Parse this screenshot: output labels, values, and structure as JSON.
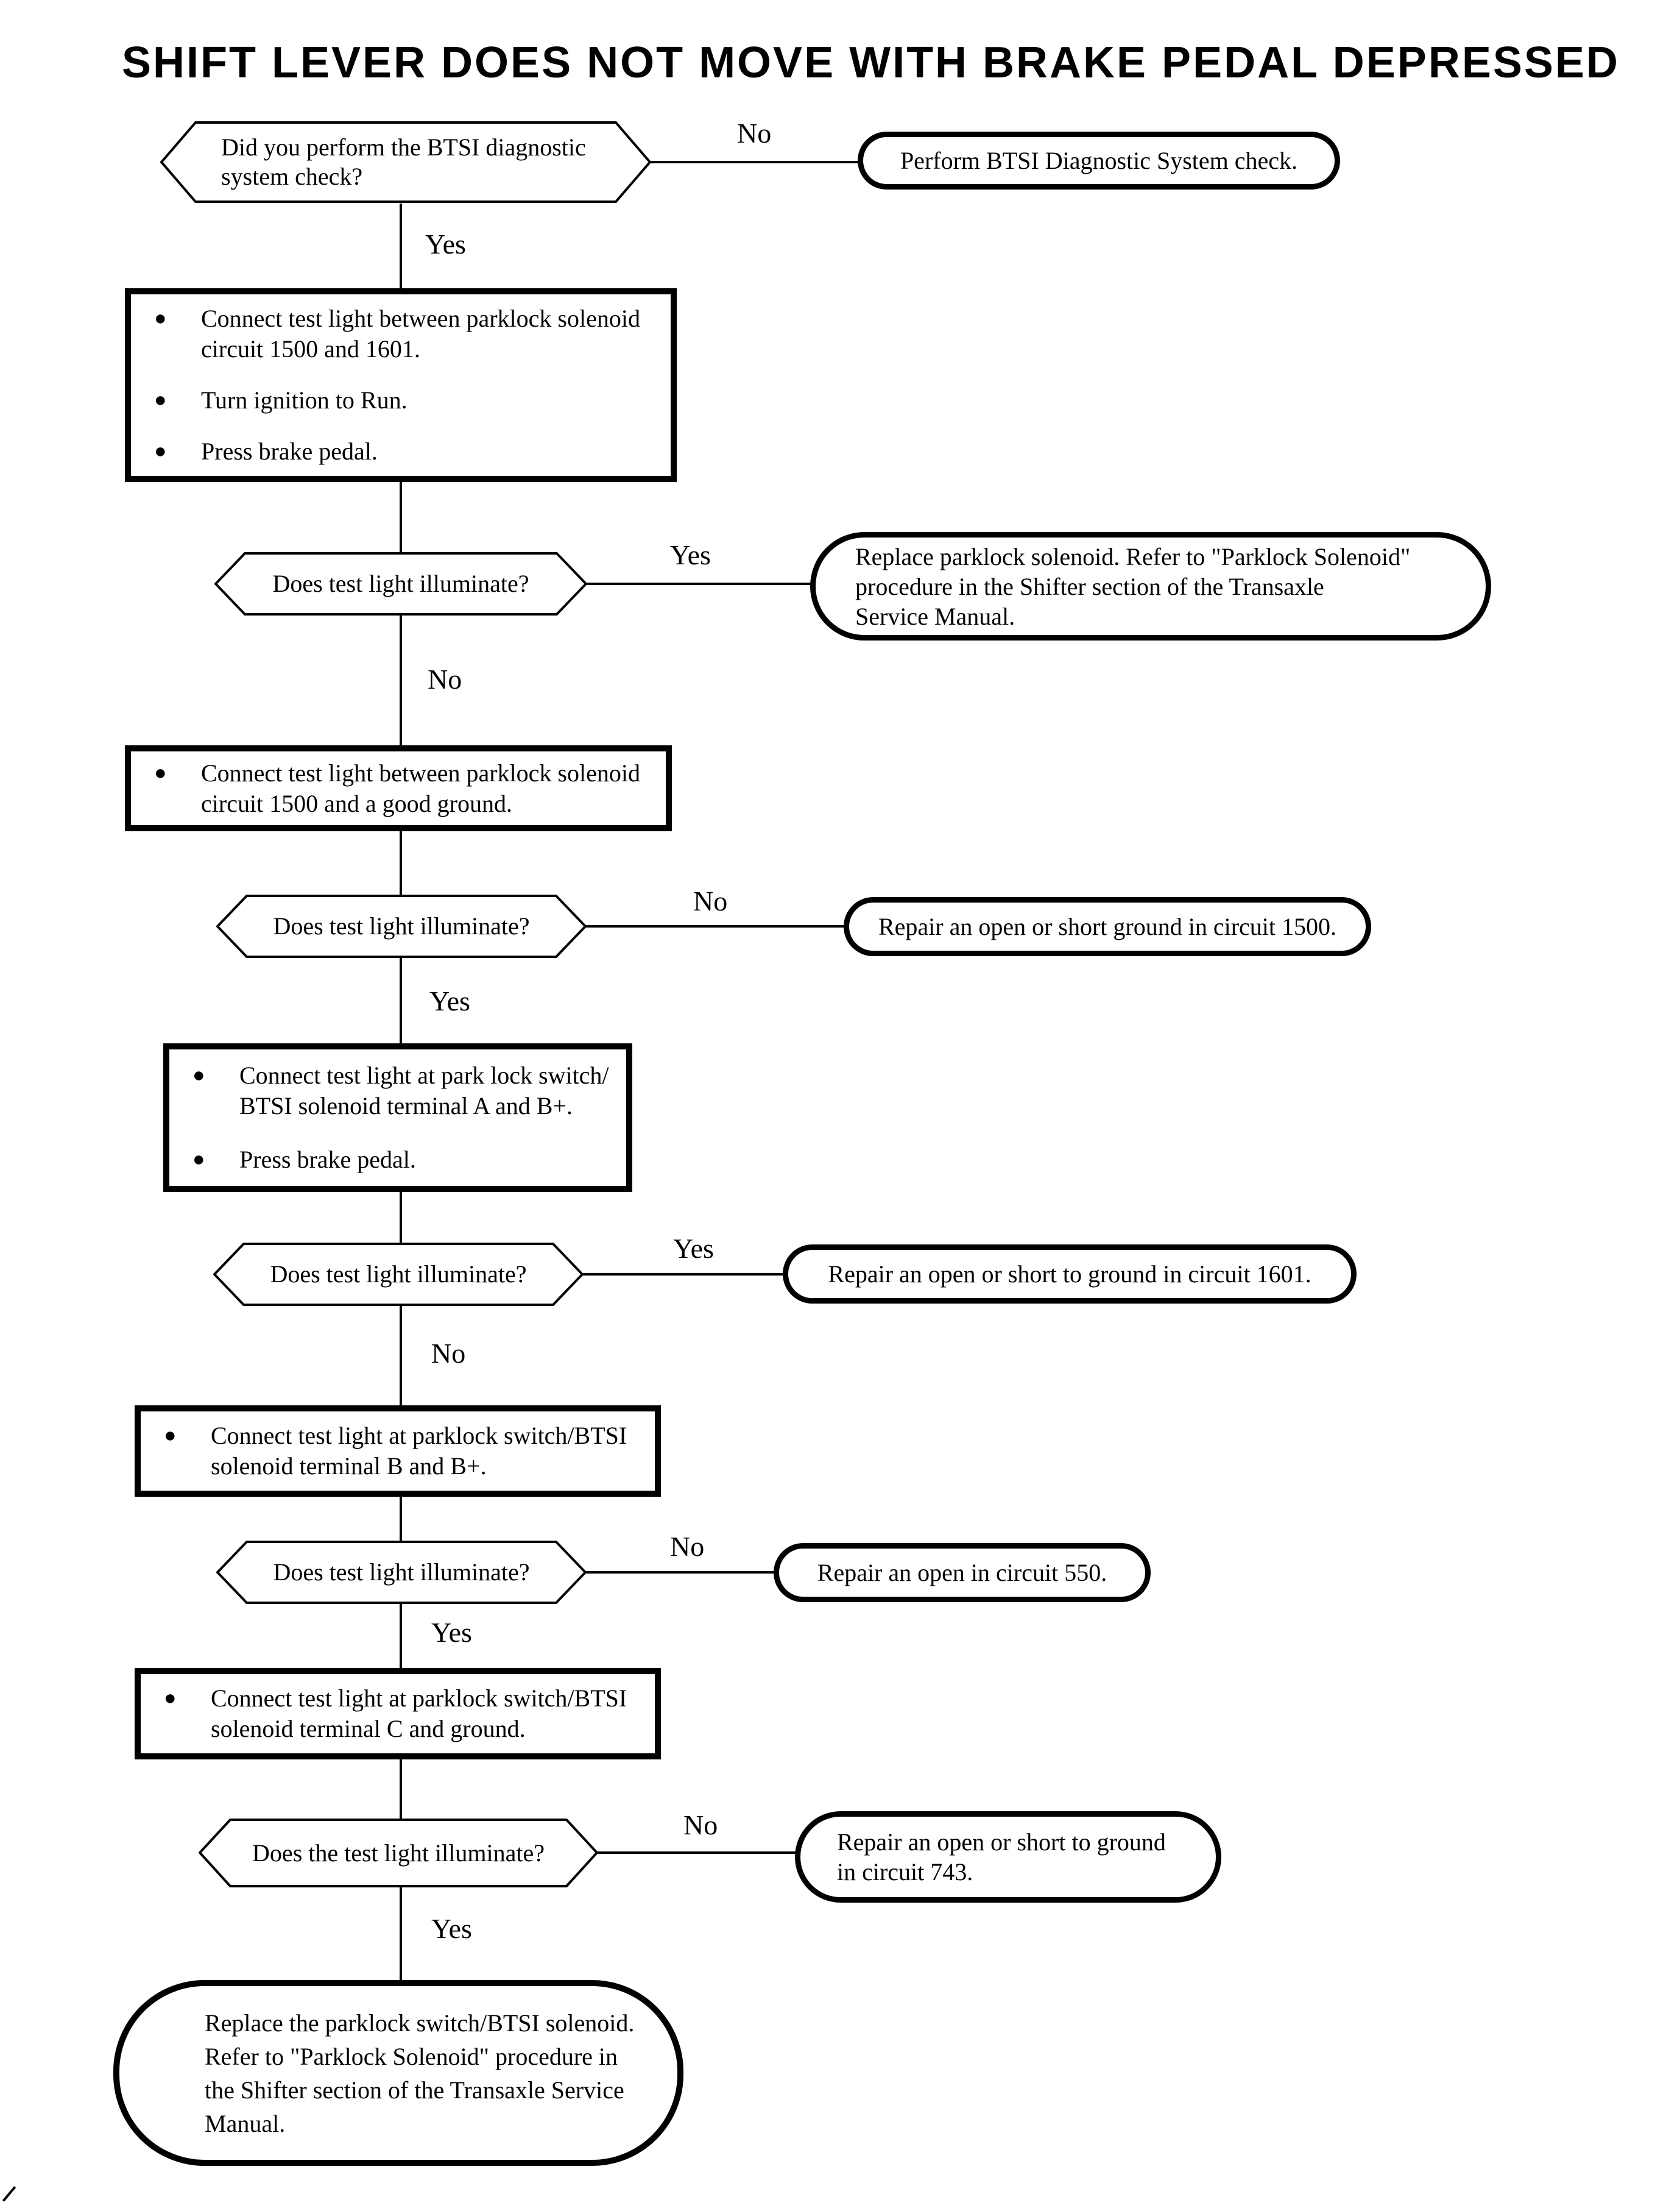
{
  "title": "SHIFT LEVER DOES NOT MOVE WITH BRAKE PEDAL DEPRESSED",
  "colors": {
    "ink": "#000000",
    "paper": "#ffffff"
  },
  "flowchart": {
    "bullet_glyph": "●",
    "decisions": {
      "d1": "Did you perform the BTSI diagnostic\nsystem check?",
      "d2": "Does test light illuminate?",
      "d3": "Does test light illuminate?",
      "d4": "Does test light illuminate?",
      "d5": "Does test light illuminate?",
      "d6": "Does the test light illuminate?"
    },
    "processes": {
      "p1": {
        "items": [
          "Connect test light between parklock solenoid\ncircuit 1500 and 1601.",
          "Turn ignition to Run.",
          "Press brake pedal."
        ]
      },
      "p2": {
        "items": [
          "Connect test light between parklock solenoid\ncircuit 1500 and a good ground."
        ]
      },
      "p3": {
        "items": [
          "Connect test light at park lock switch/\nBTSI solenoid terminal A and B+.",
          "Press brake pedal."
        ]
      },
      "p4": {
        "items": [
          "Connect test light at parklock switch/BTSI\nsolenoid terminal B and B+."
        ]
      },
      "p5": {
        "items": [
          "Connect test light at parklock switch/BTSI\nsolenoid terminal C and ground."
        ]
      }
    },
    "terminals": {
      "t1": "Perform BTSI Diagnostic System check.",
      "t2": "Replace parklock solenoid. Refer to \"Parklock Solenoid\"\nprocedure in the Shifter section of the Transaxle\nService Manual.",
      "t3": "Repair an open or short ground in circuit 1500.",
      "t4": "Repair an open or short to ground in circuit 1601.",
      "t5": "Repair an open in circuit 550.",
      "t6": "Repair an open or short to ground\nin circuit 743.",
      "t7": "Replace the parklock switch/BTSI solenoid.\nRefer to \"Parklock Solenoid\" procedure in\nthe Shifter section of the Transaxle Service\nManual."
    },
    "edge_labels": {
      "d1_no": "No",
      "d1_yes": "Yes",
      "d2_yes": "Yes",
      "d2_no": "No",
      "d3_no": "No",
      "d3_yes": "Yes",
      "d4_yes": "Yes",
      "d4_no": "No",
      "d5_no": "No",
      "d5_yes": "Yes",
      "d6_no": "No",
      "d6_yes": "Yes"
    }
  }
}
